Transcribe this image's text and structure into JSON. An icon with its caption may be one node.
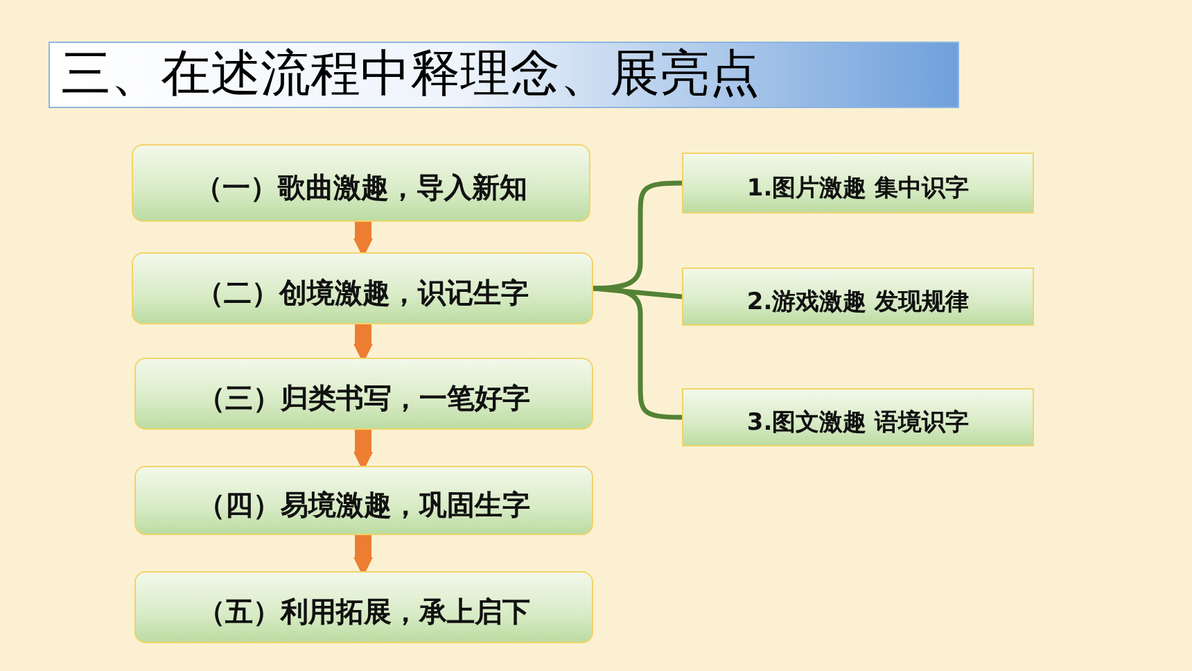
{
  "diagram": {
    "title": "三、在述流程中释理念、展亮点",
    "nodes": [
      {
        "text": [
          "（一）歌曲激趣，导入新知"
        ]
      },
      {
        "text": [
          "（二）创境激趣，识记生字"
        ]
      },
      {
        "text": [
          "（三）归类书写，一笔好字"
        ]
      },
      {
        "text": [
          "（四）易境激趣，巩固生字"
        ]
      },
      {
        "text": [
          "（五）利用拓展，承上启下"
        ]
      },
      {
        "text": [
          "1.图片激趣 集中识字"
        ]
      },
      {
        "text": [
          "2.游戏激趣 发现规律"
        ]
      },
      {
        "text": [
          "3.图文激趣 语境识字"
        ]
      }
    ],
    "edges": [
      {
        "from": 0,
        "to": 1,
        "arrow": "to"
      },
      {
        "from": 1,
        "to": 2,
        "arrow": "to"
      },
      {
        "from": 2,
        "to": 3,
        "arrow": "to"
      },
      {
        "from": 3,
        "to": 4,
        "arrow": "to"
      },
      {
        "from": 1,
        "to": 5,
        "arrow": "none",
        "color": "#548235"
      },
      {
        "from": 1,
        "to": 6,
        "arrow": "none",
        "color": "#548235"
      },
      {
        "from": 1,
        "to": 7,
        "arrow": "none",
        "color": "#548235"
      }
    ]
  }
}
